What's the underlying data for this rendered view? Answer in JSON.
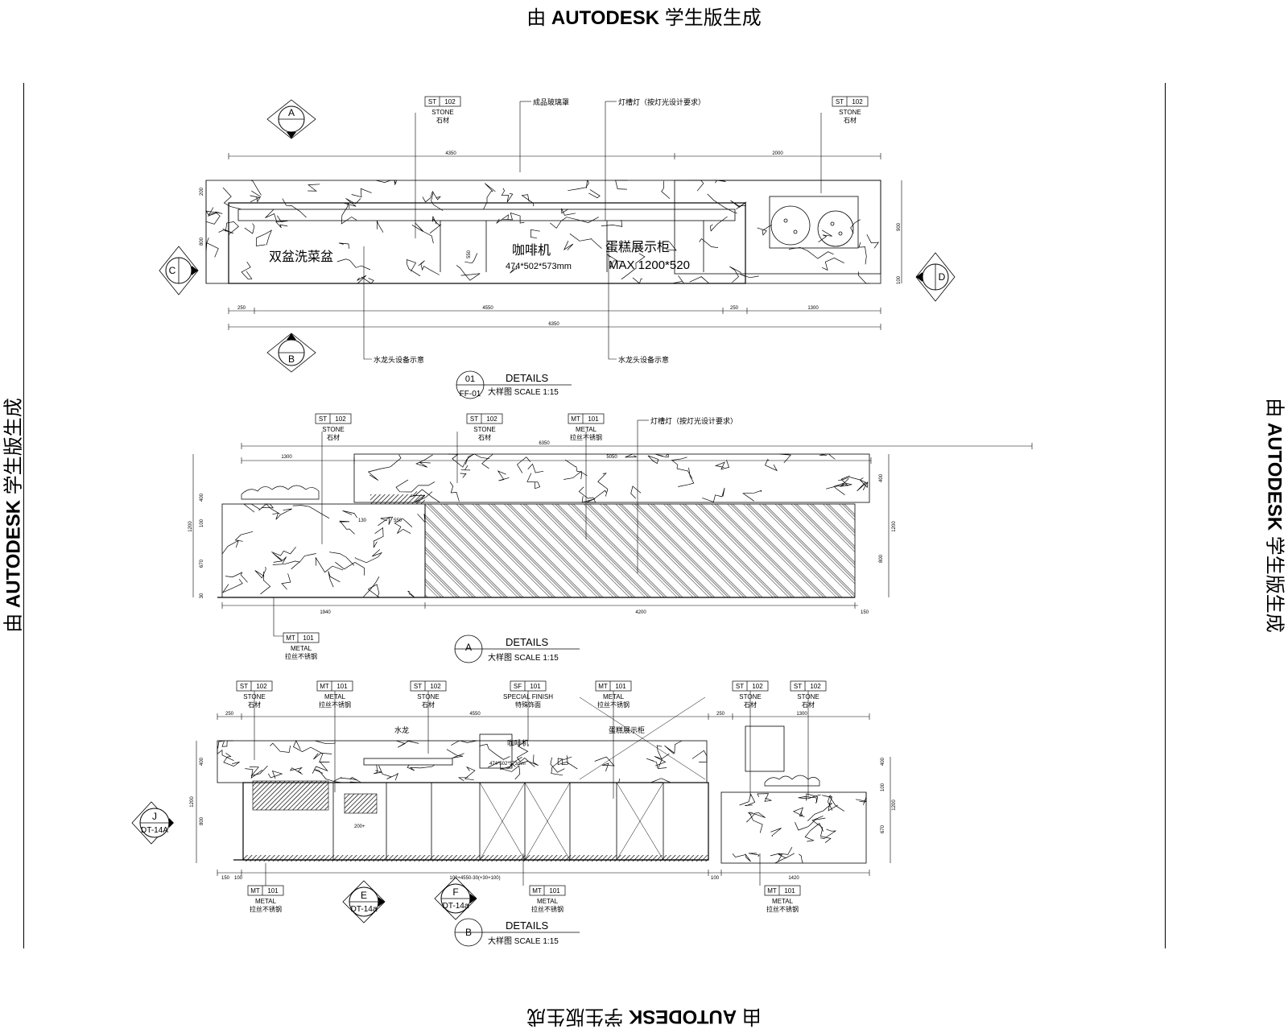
{
  "watermark": {
    "prefix": "由",
    "brand": "AUTODESK",
    "suffix": "学生版生成"
  },
  "details": [
    {
      "key": "ff01",
      "bubble_top": "01",
      "bubble_bottom": "FF-01",
      "title": "DETAILS",
      "subtitle": "大样图  SCALE  1:15",
      "dims": {
        "overall": "6350",
        "left": "4350",
        "right": "2000",
        "seg1": "250",
        "seg2": "4550",
        "seg3": "250",
        "seg4": "1300",
        "h_top": "200",
        "h_main": "800",
        "h_right": "900",
        "h_bottom": "100",
        "inner": "550"
      },
      "tags": [
        {
          "code": "ST",
          "num": "102",
          "mat": "STONE",
          "cn": "石材"
        },
        {
          "code": "ST",
          "num": "102",
          "mat": "STONE",
          "cn": "石材"
        }
      ],
      "notes": {
        "n1": "成品玻璃罩",
        "n2": "灯槽灯（按灯光设计要求）",
        "n3": "水龙头设备示意",
        "n4": "水龙头设备示意"
      },
      "labels": {
        "sink": "双盆洗菜盆",
        "coffee": "咖啡机",
        "coffee_size": "474*502*573mm",
        "showcase": "蛋糕展示柜",
        "showcase_size": "MAX 1200*520"
      },
      "sections": {
        "a": "A",
        "b": "B",
        "c": "C",
        "d": "D"
      }
    },
    {
      "key": "a",
      "bubble_top": "A",
      "title": "DETAILS",
      "subtitle": "大样图  SCALE  1:15",
      "dims": {
        "overall": "6350",
        "left": "1300",
        "right": "5050",
        "b1": "1940",
        "b2": "4200",
        "b3": "150",
        "l1": "400",
        "l2": "100",
        "l3": "1200",
        "l4": "670",
        "l5": "30",
        "r1": "400",
        "r2": "1200",
        "r3": "800",
        "gap1": "130",
        "gap2": "550"
      },
      "tags": [
        {
          "code": "ST",
          "num": "102",
          "mat": "STONE",
          "cn": "石材"
        },
        {
          "code": "ST",
          "num": "102",
          "mat": "STONE",
          "cn": "石材"
        },
        {
          "code": "MT",
          "num": "101",
          "mat": "METAL",
          "cn": "拉丝不锈钢"
        },
        {
          "code": "MT",
          "num": "101",
          "mat": "METAL",
          "cn": "拉丝不锈钢"
        }
      ],
      "notes": {
        "n1": "灯槽灯（按灯光设计要求）"
      }
    },
    {
      "key": "b",
      "bubble_top": "B",
      "title": "DETAILS",
      "subtitle": "大样图  SCALE  1:15",
      "dims": {
        "d250": "250",
        "d4550": "4550",
        "d250b": "250",
        "d1300": "1300",
        "b150": "150",
        "b100": "100",
        "bmid": "100+4550-30(+30+100)",
        "b100b": "100",
        "b1420": "1420",
        "l400": "400",
        "l1200": "1200",
        "l800": "800",
        "r400": "400",
        "r1200": "1200",
        "r100": "100",
        "r670": "670",
        "w200": "200+"
      },
      "tags": [
        {
          "code": "ST",
          "num": "102",
          "mat": "STONE",
          "cn": "石材"
        },
        {
          "code": "MT",
          "num": "101",
          "mat": "METAL",
          "cn": "拉丝不锈钢"
        },
        {
          "code": "ST",
          "num": "102",
          "mat": "STONE",
          "cn": "石材"
        },
        {
          "code": "SF",
          "num": "101",
          "mat": "SPECIAL FINISH",
          "cn": "特殊饰面"
        },
        {
          "code": "MT",
          "num": "101",
          "mat": "METAL",
          "cn": "拉丝不锈钢"
        },
        {
          "code": "ST",
          "num": "102",
          "mat": "STONE",
          "cn": "石材"
        },
        {
          "code": "ST",
          "num": "102",
          "mat": "STONE",
          "cn": "石材"
        },
        {
          "code": "MT",
          "num": "101",
          "mat": "METAL",
          "cn": "拉丝不锈钢"
        },
        {
          "code": "MT",
          "num": "101",
          "mat": "METAL",
          "cn": "拉丝不锈钢"
        },
        {
          "code": "MT",
          "num": "101",
          "mat": "METAL",
          "cn": "拉丝不锈钢"
        }
      ],
      "labels": {
        "faucet": "水龙",
        "coffee": "咖啡机",
        "coffee_size": "474*502*573mm",
        "showcase": "蛋糕展示柜"
      },
      "sections": {
        "j": "J",
        "j_ref": "DT-14A",
        "e": "E",
        "e_ref": "DT-14a",
        "f": "F",
        "f_ref": "DT-14a"
      }
    }
  ]
}
